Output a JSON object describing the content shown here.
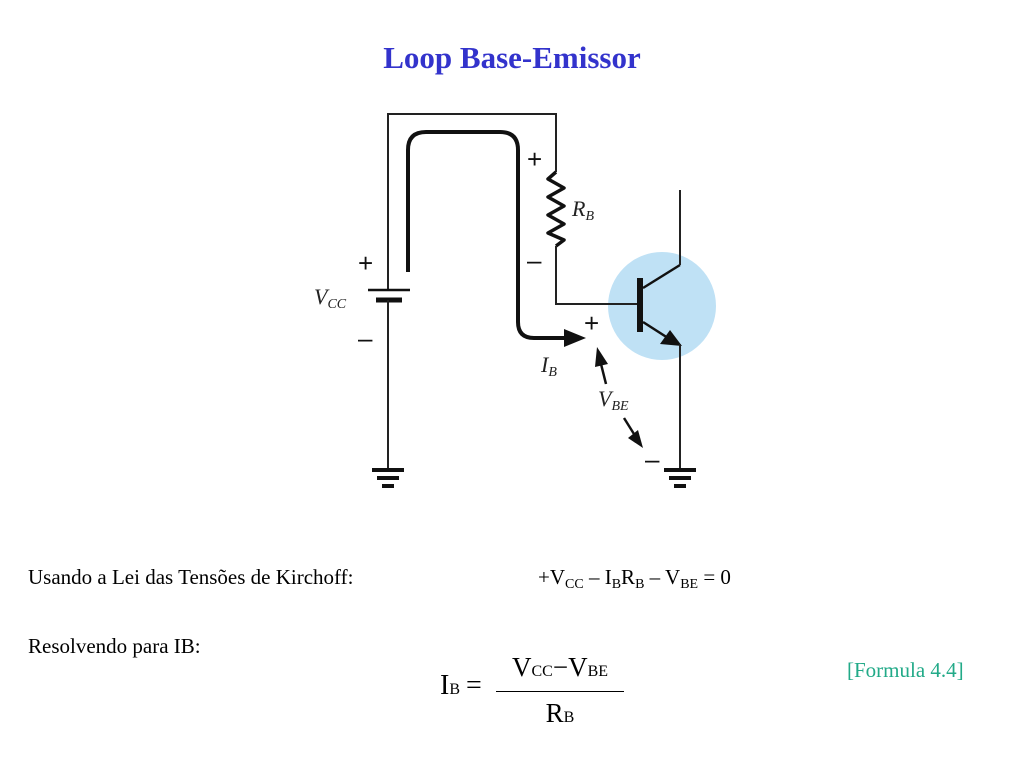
{
  "title": "Loop Base-Emissor",
  "circuit": {
    "vcc_label": "V",
    "vcc_sub": "CC",
    "rb_label": "R",
    "rb_sub": "B",
    "ib_label": "I",
    "ib_sub": "B",
    "vbe_label": "V",
    "vbe_sub": "BE",
    "plus": "+",
    "minus": "–",
    "highlight_color": "#bfe1f5"
  },
  "kvl": {
    "label": "Usando a Lei das Tensões de Kirchoff:",
    "eq_parts": [
      "+V",
      "CC",
      " – I",
      "B",
      "R",
      "B",
      " – V",
      "BE",
      " = 0"
    ]
  },
  "solve": {
    "label": "Resolvendo para IB:"
  },
  "formula": {
    "lhs": "I",
    "lhs_sub": "B",
    "equals": "=",
    "num_a": "V",
    "num_a_sub": "CC",
    "num_minus": "−",
    "num_b": "V",
    "num_b_sub": "BE",
    "den": "R",
    "den_sub": "B",
    "reference": "[Formula 4.4]"
  },
  "colors": {
    "title": "#3333cc",
    "reference": "#22aa88"
  }
}
